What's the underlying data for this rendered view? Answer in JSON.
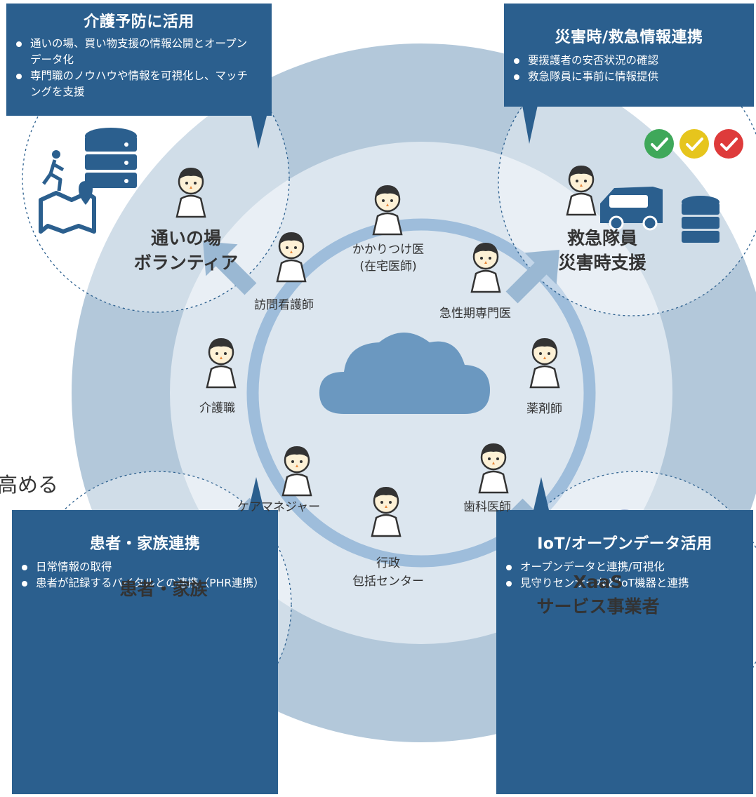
{
  "center_roles": {
    "family_doctor": [
      "かかりつけ医",
      "(在宅医師)"
    ],
    "visiting_nurse": "訪問看護師",
    "acute_specialist": "急性期専門医",
    "care_worker": "介護職",
    "pharmacist": "薬剤師",
    "care_manager": "ケアマネジャー",
    "dentist": "歯科医師",
    "administration": [
      "行政",
      "包括センター"
    ]
  },
  "outer_groups": {
    "volunteers": [
      "通いの場",
      "ボランティア"
    ],
    "emergency": [
      "救急隊員",
      "災害時支援"
    ],
    "patients": "患者・家族",
    "xaas": [
      "XaaS",
      "サービス事業者"
    ]
  },
  "callouts": {
    "care_prevention": {
      "title": "介護予防に活用",
      "items": [
        "通いの場、買い物支援の情報公開とオープンデータ化",
        "専門職のノウハウや情報を可視化し、マッチングを支援"
      ]
    },
    "disaster": {
      "title": "災害時/救急情報連携",
      "items": [
        "要援護者の安否状況の確認",
        "救急隊員に事前に情報提供"
      ]
    },
    "patient_family": {
      "title": "患者・家族連携",
      "items": [
        "日常情報の取得",
        "患者が記録するバイタルとの連携（PHR連携）"
      ]
    },
    "iot": {
      "title": "IoT/オープンデータ活用",
      "items": [
        "オープンデータと連携/可視化",
        "見守りセンサーなどIoT機器と連携"
      ]
    }
  },
  "cut_text": "高める",
  "colors": {
    "callout_bg": "#2b5f8e",
    "outer_ring": "#b3c8da",
    "inner_disk": "#dce6ef",
    "inner_ring": "#9ebddb",
    "cloud": "#6b98c0",
    "arrow": "#9ab8d3",
    "icon_navy": "#2b5f8e",
    "check_green": "#3fa85a",
    "check_yellow": "#e6c51d",
    "check_red": "#de3b3b"
  },
  "icons": [
    "database-icon",
    "runner-map-icon",
    "ambulance-icon",
    "status-check-icons",
    "chat-bubbles-icon",
    "bar-chart-icon",
    "warning-lightning-icon",
    "iot-cloud-icon",
    "cloud-icon"
  ]
}
